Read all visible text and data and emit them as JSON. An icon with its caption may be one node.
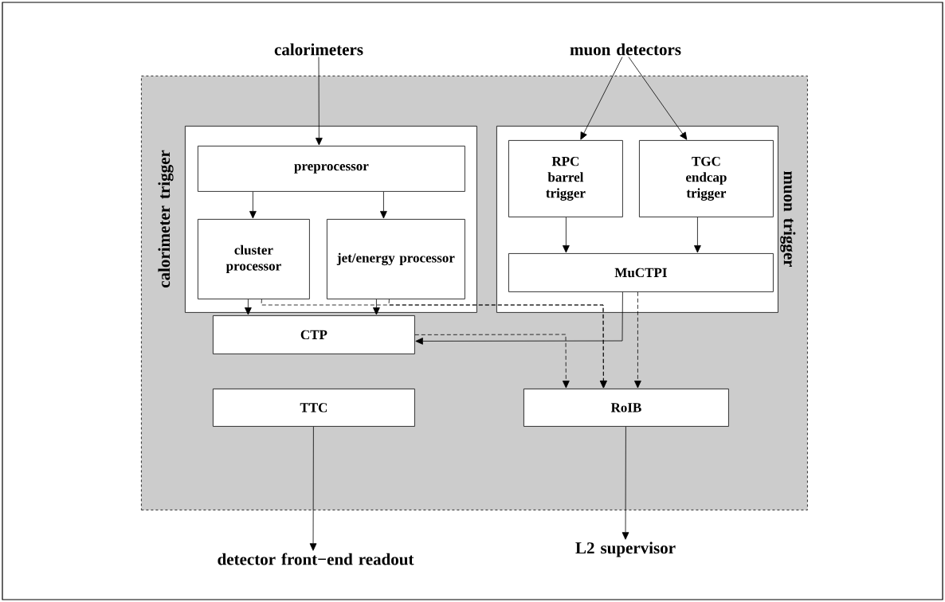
{
  "diagram": {
    "nodes": [
      {
        "text": [
          "calorimeters"
        ]
      },
      {
        "text": [
          "muon detectors"
        ]
      },
      {
        "text": [],
        "shape": "box"
      },
      {
        "text": [
          "calorimeter trigger"
        ],
        "in": 2
      },
      {
        "text": [
          "preprocessor"
        ],
        "in": 3
      },
      {
        "text": [
          "cluster processor"
        ],
        "in": 3
      },
      {
        "text": [
          "jet/energy processor"
        ],
        "in": 3
      },
      {
        "text": [
          "muon trigger"
        ],
        "in": 2
      },
      {
        "text": [
          "RPC barrel trigger"
        ],
        "in": 7
      },
      {
        "text": [
          "TGC endcap trigger"
        ],
        "in": 7
      },
      {
        "text": [
          "MuCTPI"
        ],
        "in": 7
      },
      {
        "text": [
          "CTP"
        ],
        "in": 2
      },
      {
        "text": [
          "TTC"
        ],
        "in": 2
      },
      {
        "text": [
          "RoIB"
        ],
        "in": 2
      },
      {
        "text": [
          "detector front−end readout"
        ]
      },
      {
        "text": [
          "L2 supervisor"
        ]
      }
    ],
    "edges": [
      {
        "from": 0,
        "to": 4,
        "arrow": "to"
      },
      {
        "from": 1,
        "to": 8,
        "arrow": "to"
      },
      {
        "from": 1,
        "to": 9,
        "arrow": "to"
      },
      {
        "from": 4,
        "to": 5,
        "arrow": "to"
      },
      {
        "from": 4,
        "to": 6,
        "arrow": "to"
      },
      {
        "from": 8,
        "to": 10,
        "arrow": "to"
      },
      {
        "from": 9,
        "to": 10,
        "arrow": "to"
      },
      {
        "from": 5,
        "to": 11,
        "arrow": "to"
      },
      {
        "from": 6,
        "to": 11,
        "arrow": "to"
      },
      {
        "from": 10,
        "to": 11,
        "arrow": "to"
      },
      {
        "from": 5,
        "to": 13,
        "arrow": "to",
        "style": "dashed"
      },
      {
        "from": 6,
        "to": 13,
        "arrow": "to",
        "style": "dashed"
      },
      {
        "from": 10,
        "to": 13,
        "arrow": "to",
        "style": "dashed"
      },
      {
        "from": 11,
        "to": 13,
        "arrow": "to",
        "style": "dashed"
      },
      {
        "from": 12,
        "to": 14,
        "arrow": "to"
      },
      {
        "from": 13,
        "to": 15,
        "arrow": "to"
      }
    ]
  }
}
